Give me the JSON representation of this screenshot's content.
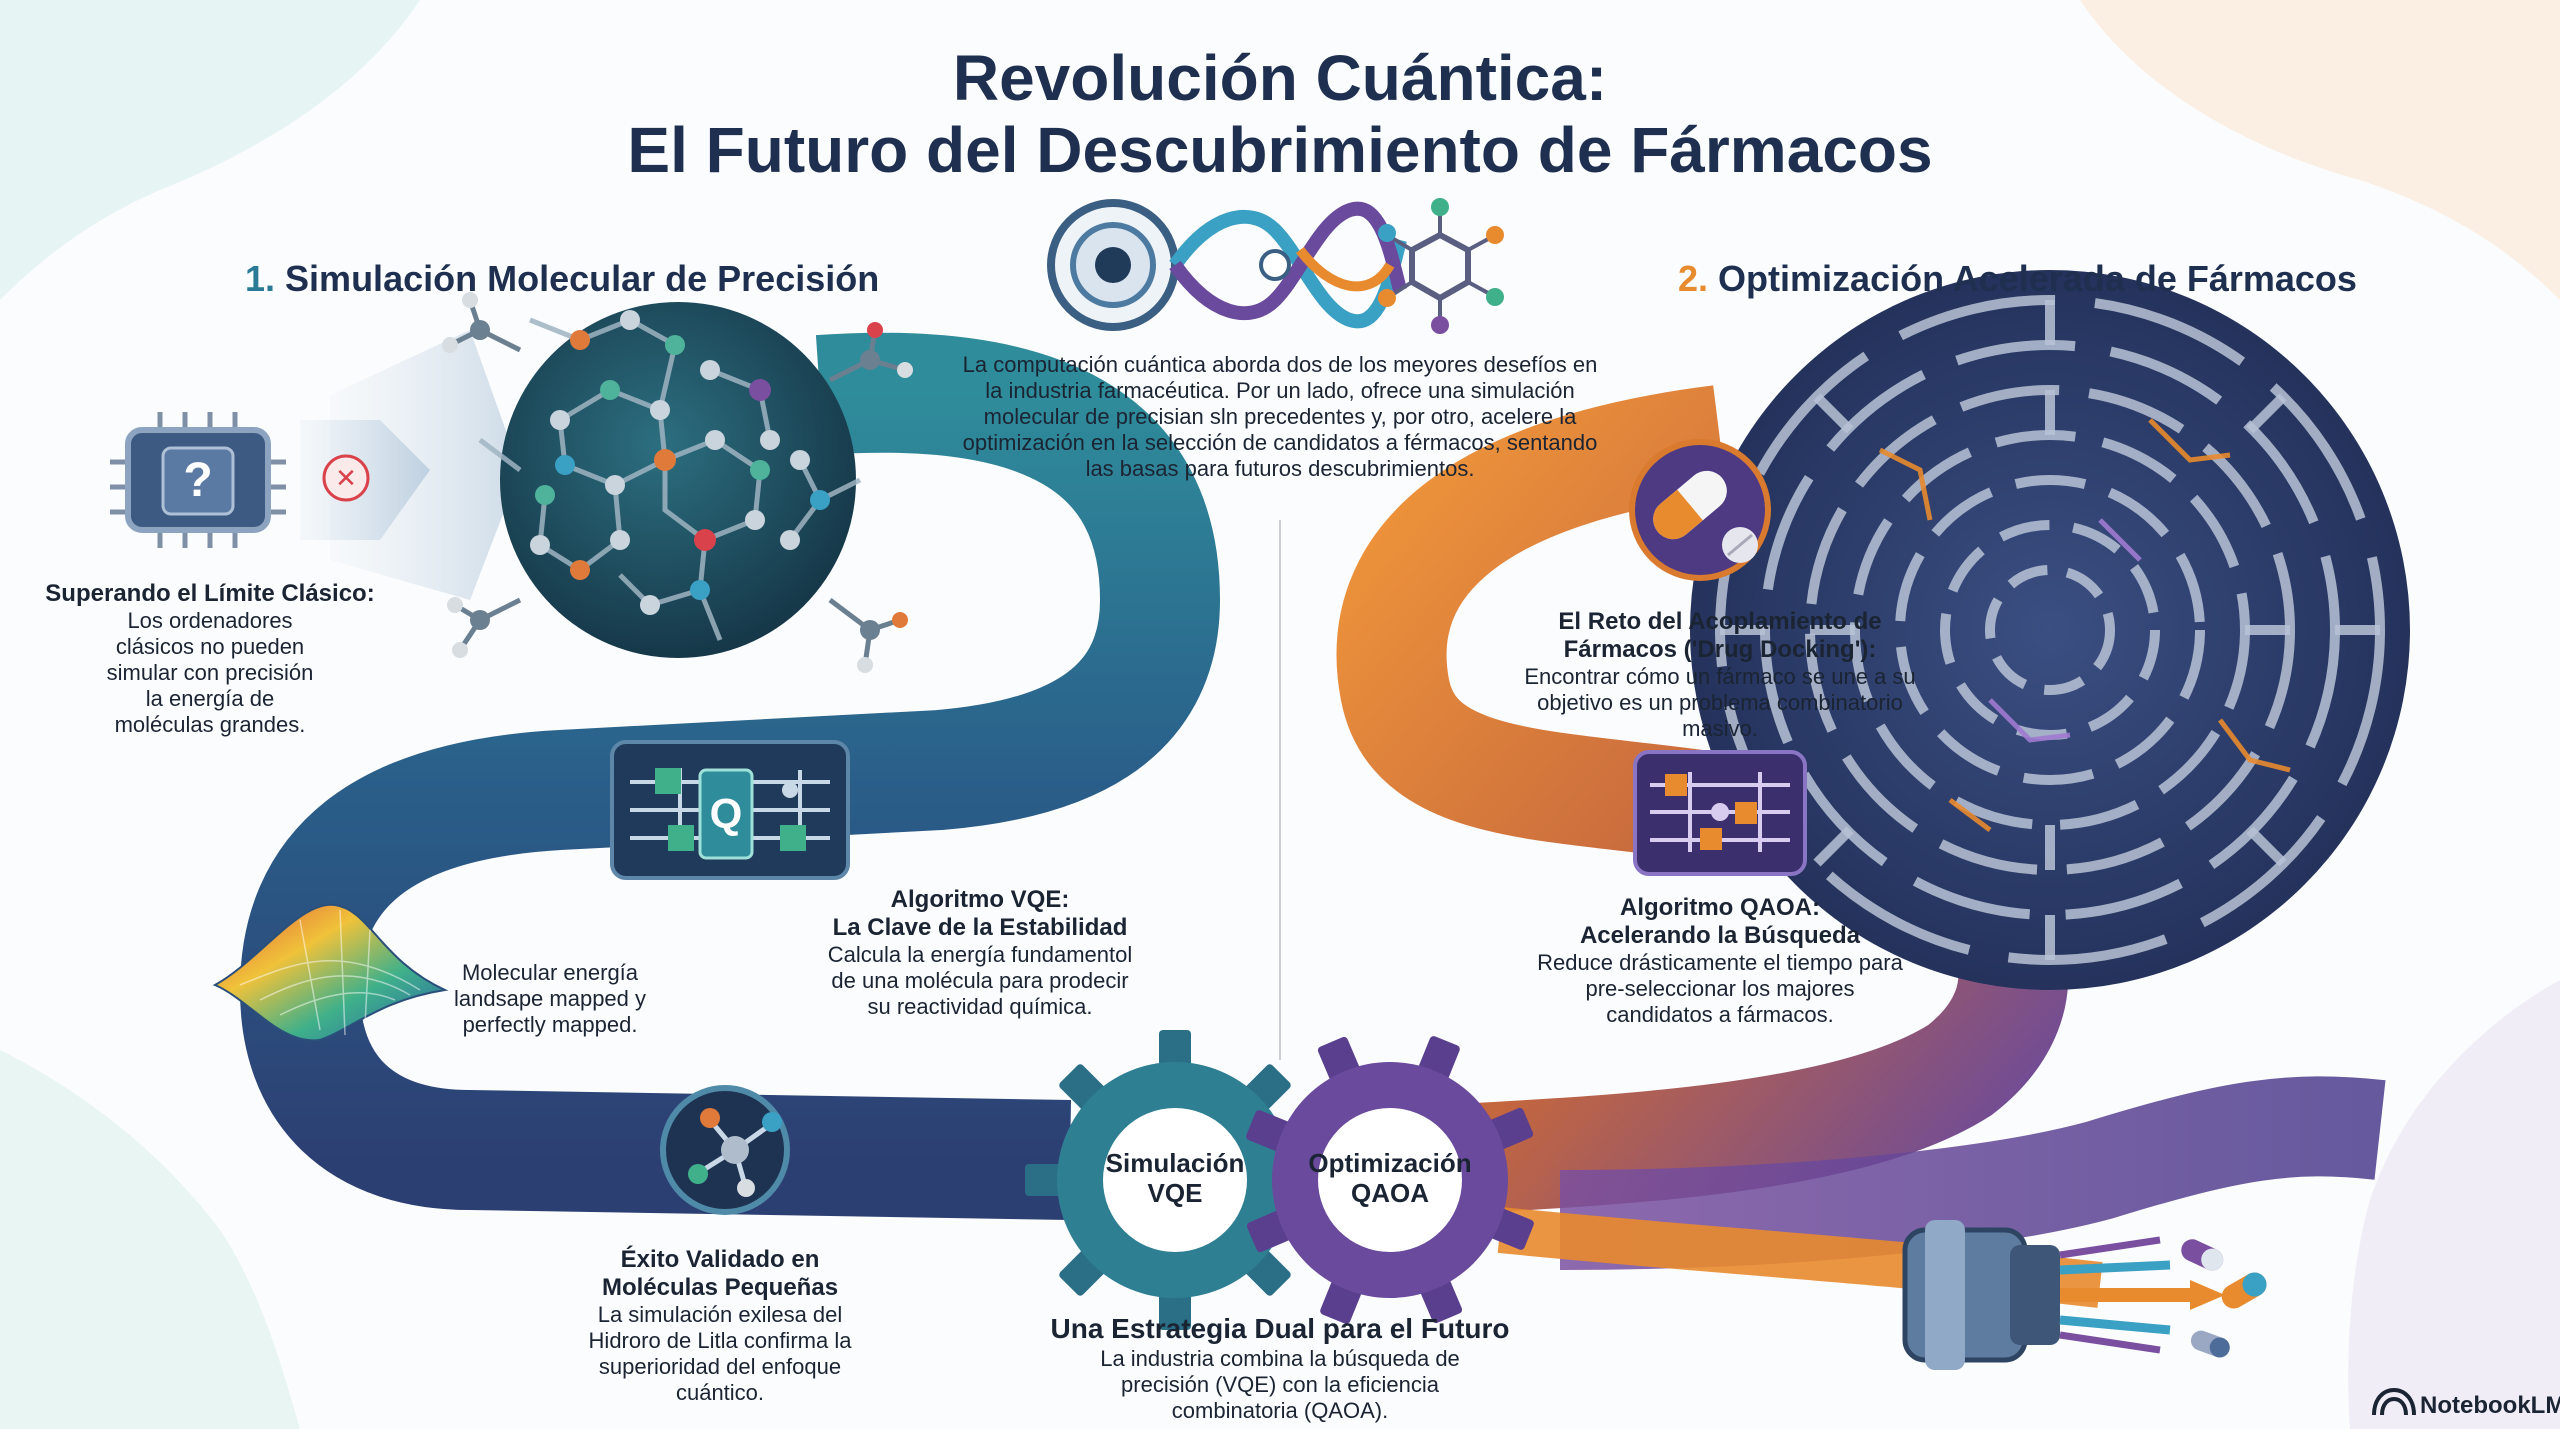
{
  "title": {
    "line1": "Revolución Cuántica:",
    "line2": "El Futuro del Descubrimiento de Fármacos"
  },
  "sections": {
    "left": {
      "number": "1.",
      "label": "Simulación Molecular de Precisión"
    },
    "right": {
      "number": "2.",
      "label": "Optimización Acelerada de Fármacos"
    }
  },
  "intro": {
    "text": "La computación cuántica aborda dos de los meyores desefíos en la industria farmacéutica. Por un lado, ofrece una simulación molecular de precisian sln precedentes y, por otro, acelere la optimización en la selección de candidatos a férmacos, sentando las basas para futuros descubrimientos."
  },
  "blocks": {
    "classic": {
      "heading": "Superando el Límite Clásico:",
      "body": "Los ordenadores clásicos no pueden simular con precisión la energía de moléculas grandes."
    },
    "vqe": {
      "heading1": "Algoritmo VQE:",
      "heading2": "La Clave de la Estabilidad",
      "body": "Calcula la energía fundamentol de una molécula para prodecir su reactividad química."
    },
    "landscape": {
      "body": "Molecular energía landsape mapped y perfectly mapped."
    },
    "exito": {
      "heading1": "Éxito Validado en",
      "heading2": "Moléculas Pequeñas",
      "body": "La simulación exilesa del Hidroro de Litla confirma la superioridad del enfoque cuántico."
    },
    "docking": {
      "heading1": "El Reto del Acoplamiento de",
      "heading2": "Fármacos ('Drug Docking'):",
      "body": "Encontrar cómo un fármaco se une a su objetivo es un problema combinatorio masivo."
    },
    "qaoa": {
      "heading1": "Algoritmo QAOA:",
      "heading2": "Acelerando la Búsqueda",
      "body": "Reduce drásticamente el tiempo para pre-seleccionar los majores candidatos a fármacos."
    },
    "dual": {
      "heading": "Una Estrategia Dual para el Futuro",
      "body": "La industria combina la búsqueda de precisión (VQE) con la eficiencia combinatoria (QAOA)."
    }
  },
  "gears": {
    "left": {
      "line1": "Simulación",
      "line2": "VQE"
    },
    "right": {
      "line1": "Optimización",
      "line2": "QAOA"
    }
  },
  "icons": {
    "chip_glyph": "?",
    "x_glyph": "✕",
    "q_glyph": "Q"
  },
  "brand": {
    "label": "NotebookLM"
  },
  "colors": {
    "teal": "#2b7a96",
    "navy": "#1e2f4f",
    "orange": "#e88a2e",
    "purple": "#6a4a9c",
    "red": "#d9424a"
  }
}
